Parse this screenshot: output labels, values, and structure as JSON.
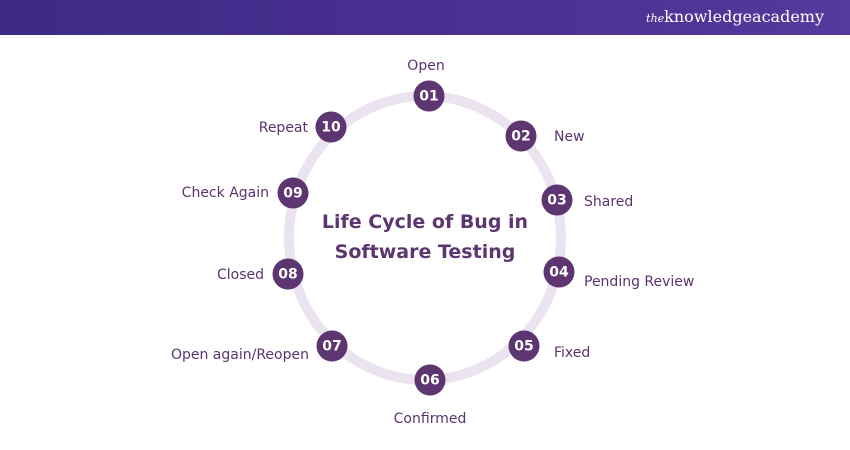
{
  "brand": {
    "prefix": "the",
    "name": "knowledgeacademy"
  },
  "title_line1": "Life Cycle of Bug in",
  "title_line2": "Software Testing",
  "steps": [
    {
      "num": "01",
      "label": "Open"
    },
    {
      "num": "02",
      "label": "New"
    },
    {
      "num": "03",
      "label": "Shared"
    },
    {
      "num": "04",
      "label": "Pending Review"
    },
    {
      "num": "05",
      "label": "Fixed"
    },
    {
      "num": "06",
      "label": "Confirmed"
    },
    {
      "num": "07",
      "label": "Open again/Reopen"
    },
    {
      "num": "08",
      "label": "Closed"
    },
    {
      "num": "09",
      "label": "Check Again"
    },
    {
      "num": "10",
      "label": "Repeat"
    }
  ],
  "colors": {
    "node": "#5d3570",
    "ring": "#ece3f1",
    "header": "#4a3192"
  }
}
